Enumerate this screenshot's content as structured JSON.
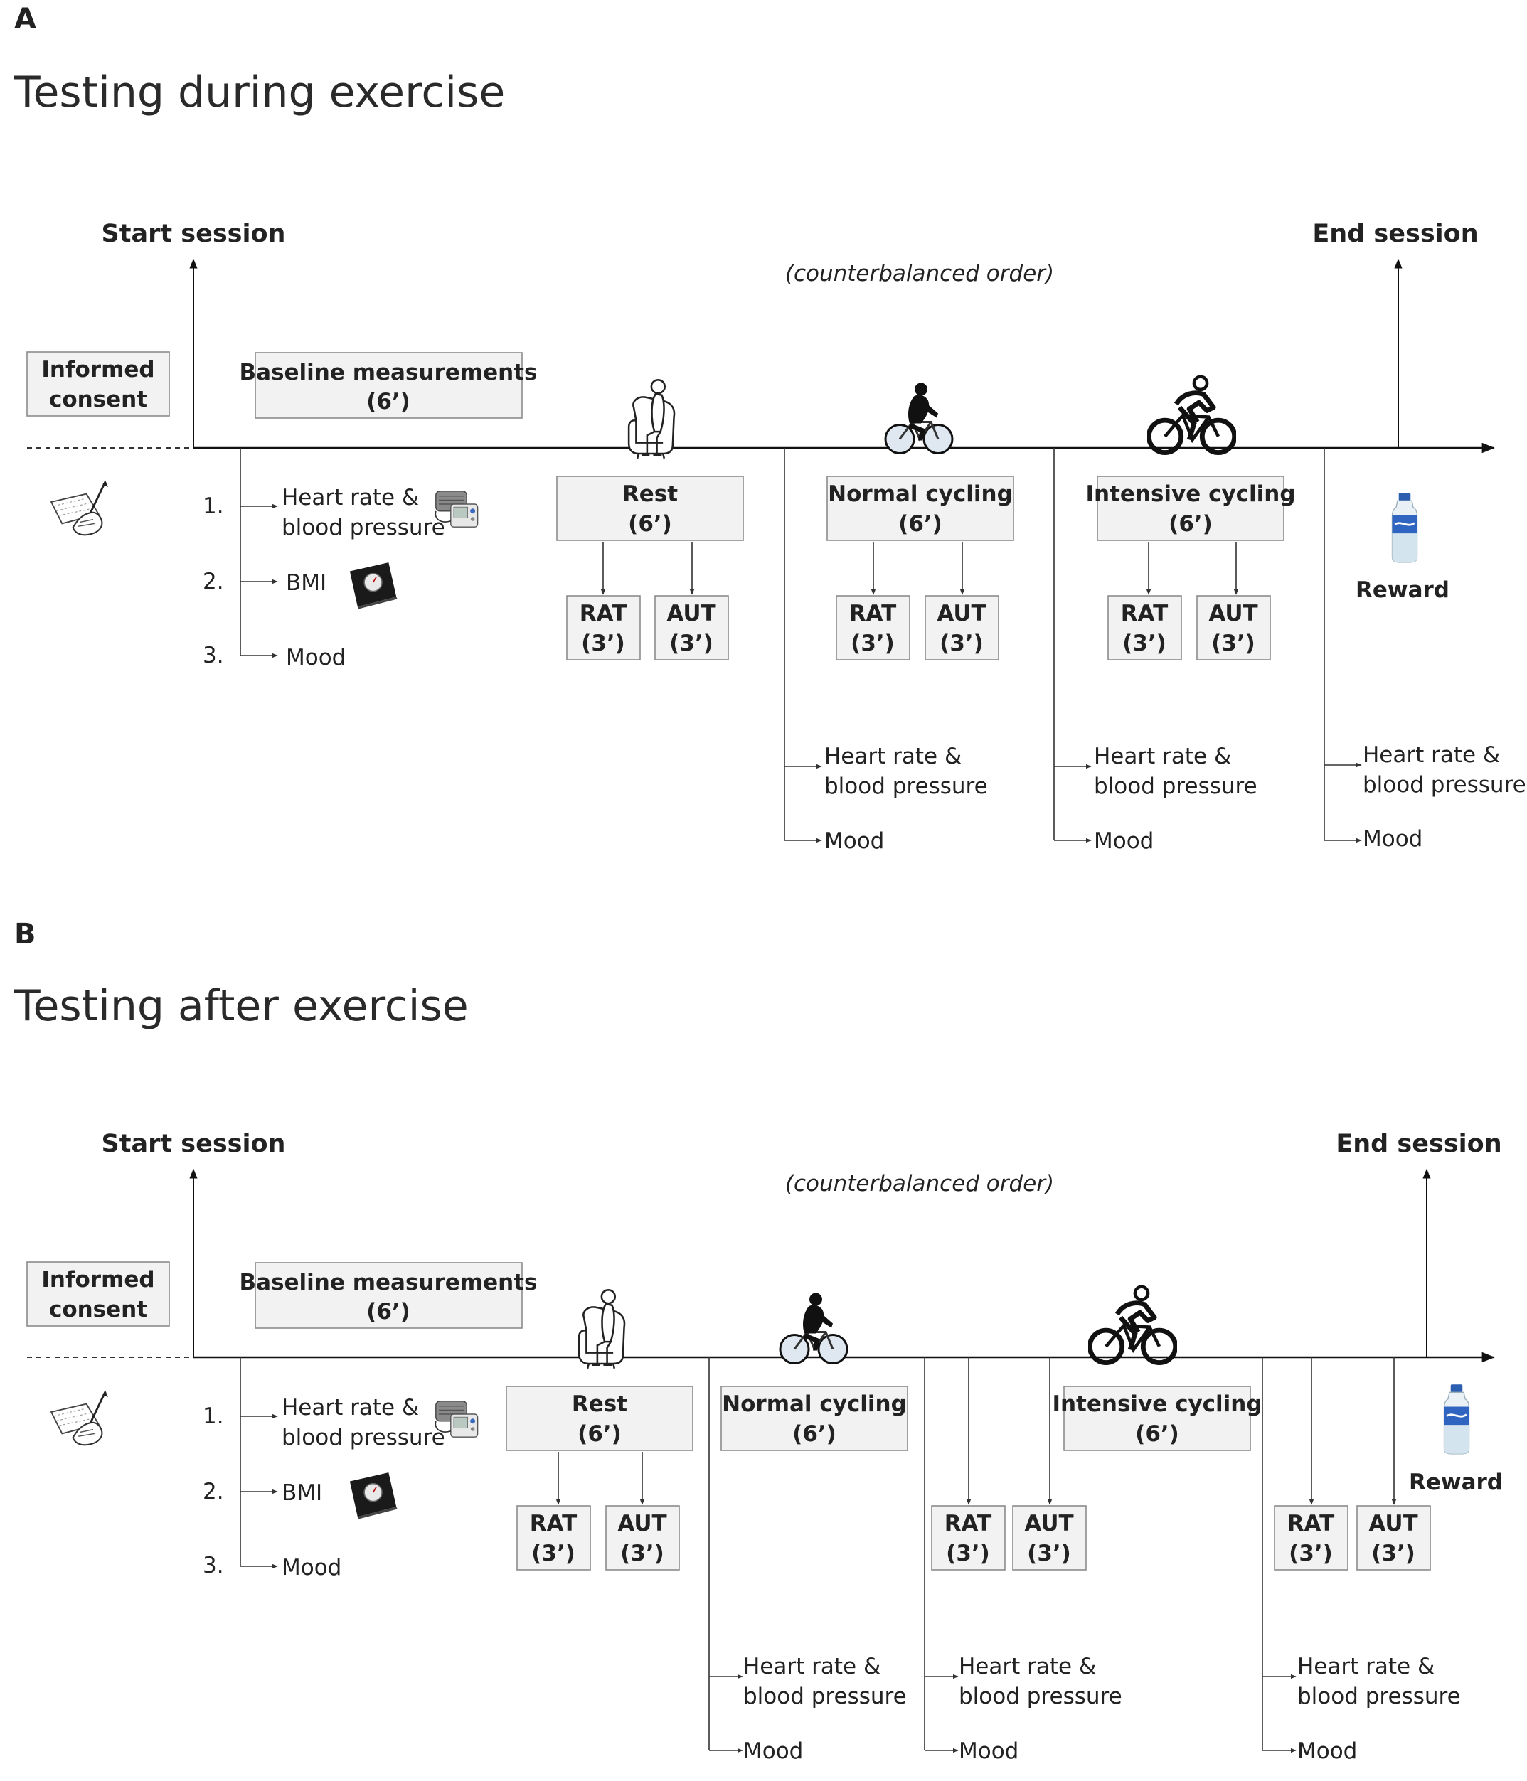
{
  "panelA": {
    "letter": "A",
    "title": "Testing during exercise",
    "start_label": "Start session",
    "end_label": "End session",
    "counterbalance_note": "(counterbalanced order)",
    "consent_line1": "Informed",
    "consent_line2": "consent",
    "baseline_line1": "Baseline measurements",
    "baseline_line2": "(6’)",
    "baseline_items": [
      {
        "num": "1.",
        "line1": "Heart rate &",
        "line2": "blood pressure"
      },
      {
        "num": "2.",
        "line1": "BMI"
      },
      {
        "num": "3.",
        "line1": "Mood"
      }
    ],
    "conditions": [
      {
        "name": "Rest",
        "duration": "(6’)"
      },
      {
        "name": "Normal cycling",
        "duration": "(6’)"
      },
      {
        "name": "Intensive cycling",
        "duration": "(6’)"
      }
    ],
    "tasks": [
      {
        "name": "RAT",
        "duration": "(3’)"
      },
      {
        "name": "AUT",
        "duration": "(3’)"
      }
    ],
    "measure_line1": "Heart rate &",
    "measure_line2": "blood pressure",
    "mood": "Mood",
    "reward": "Reward"
  },
  "panelB": {
    "letter": "B",
    "title": "Testing after exercise",
    "start_label": "Start session",
    "end_label": "End session",
    "counterbalance_note": "(counterbalanced order)",
    "consent_line1": "Informed",
    "consent_line2": "consent",
    "baseline_line1": "Baseline measurements",
    "baseline_line2": "(6’)",
    "baseline_items": [
      {
        "num": "1.",
        "line1": "Heart rate &",
        "line2": "blood pressure"
      },
      {
        "num": "2.",
        "line1": "BMI"
      },
      {
        "num": "3.",
        "line1": "Mood"
      }
    ],
    "conditions": [
      {
        "name": "Rest",
        "duration": "(6’)"
      },
      {
        "name": "Normal cycling",
        "duration": "(6’)"
      },
      {
        "name": "Intensive cycling",
        "duration": "(6’)"
      }
    ],
    "tasks": [
      {
        "name": "RAT",
        "duration": "(3’)"
      },
      {
        "name": "AUT",
        "duration": "(3’)"
      }
    ],
    "measure_line1": "Heart rate &",
    "measure_line2": "blood pressure",
    "mood": "Mood",
    "reward": "Reward"
  },
  "icons": [
    "writing-hand-icon",
    "blood-pressure-monitor-icon",
    "bathroom-scale-icon",
    "armchair-person-icon",
    "cyclist-silhouette-icon",
    "racing-cyclist-icon",
    "water-bottle-icon"
  ]
}
